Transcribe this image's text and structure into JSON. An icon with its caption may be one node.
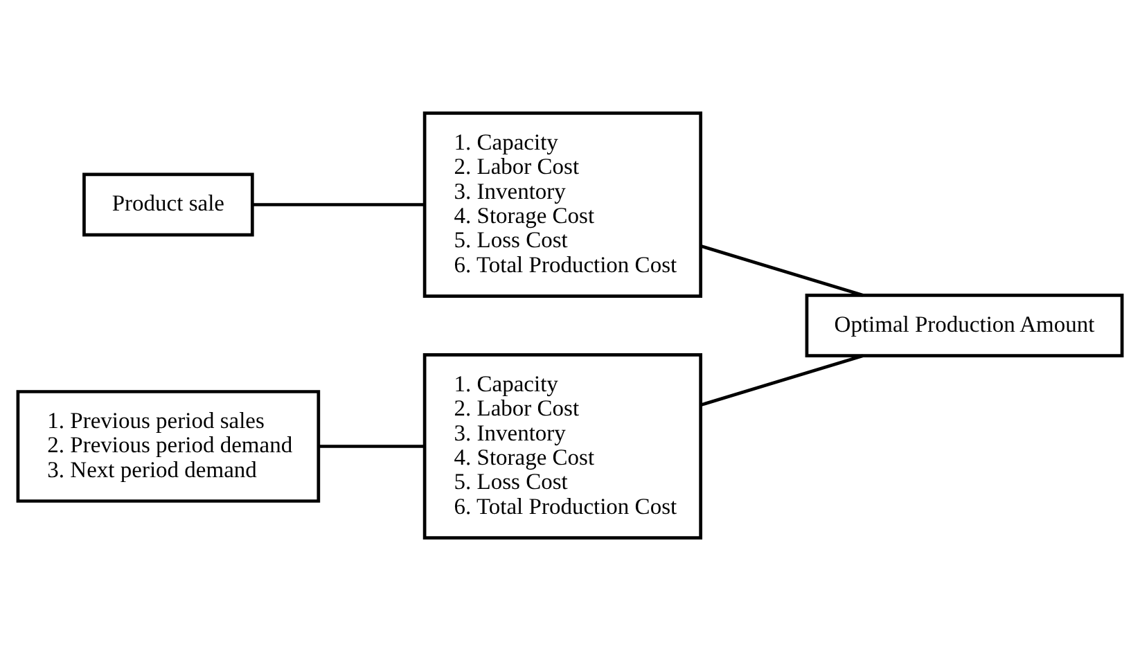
{
  "diagram": {
    "nodes": [
      {
        "text": [
          "Product sale"
        ]
      },
      {
        "text": [
          "1. Capacity",
          "2. Labor Cost",
          "3. Inventory",
          "4. Storage Cost",
          "5. Loss Cost",
          "6. Total Production Cost"
        ]
      },
      {
        "text": [
          "1. Previous period sales",
          "2. Previous period demand",
          "3. Next period demand"
        ]
      },
      {
        "text": [
          "1. Capacity",
          "2. Labor Cost",
          "3. Inventory",
          "4. Storage Cost",
          "5. Loss Cost",
          "6. Total Production Cost"
        ]
      },
      {
        "text": [
          "Optimal Production Amount"
        ]
      }
    ],
    "edges": [
      {
        "from": 0,
        "to": 1,
        "arrow": "none"
      },
      {
        "from": 2,
        "to": 3,
        "arrow": "none"
      },
      {
        "from": 1,
        "to": 4,
        "arrow": "none"
      },
      {
        "from": 3,
        "to": 4,
        "arrow": "none"
      }
    ]
  }
}
